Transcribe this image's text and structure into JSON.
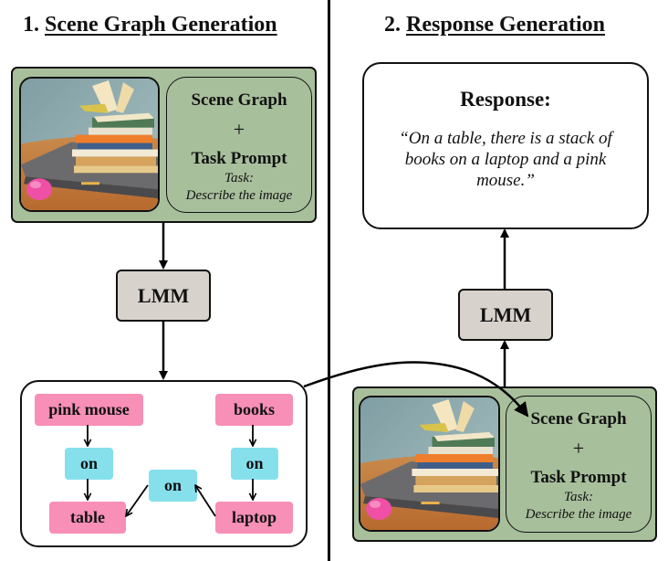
{
  "sections": {
    "scene_graph_generation": {
      "number": "1.",
      "title": "Scene Graph Generation"
    },
    "response_generation": {
      "number": "2.",
      "title": "Response Generation"
    }
  },
  "input_panel": {
    "image_alt": "stack of books on a laptop with a pink mouse on a table",
    "prompt_box": {
      "line1": "Scene Graph",
      "plus": "+",
      "line2": "Task Prompt",
      "task_label": "Task:",
      "task_text": "Describe the image"
    }
  },
  "lmm": {
    "left_label": "LMM",
    "right_label": "LMM"
  },
  "scene_graph": {
    "nodes": {
      "pink_mouse": "pink mouse",
      "books": "books",
      "table": "table",
      "laptop": "laptop",
      "rel_mouse_table": "on",
      "rel_books_laptop": "on",
      "rel_laptop_table": "on"
    },
    "edges": [
      {
        "from": "pink mouse",
        "to": "on"
      },
      {
        "from": "on",
        "to": "table"
      },
      {
        "from": "books",
        "to": "on"
      },
      {
        "from": "on",
        "to": "laptop"
      },
      {
        "from": "laptop",
        "to": "on"
      },
      {
        "from": "on",
        "to": "table"
      }
    ]
  },
  "response": {
    "heading": "Response:",
    "text": "“On a table, there is a stack of books on a laptop and a pink mouse.”"
  },
  "colors": {
    "panel_green": "#a8bf9c",
    "object_pink": "#f78fb6",
    "relation_cyan": "#86e0ec",
    "lmm_gray": "#d8d2cc"
  }
}
